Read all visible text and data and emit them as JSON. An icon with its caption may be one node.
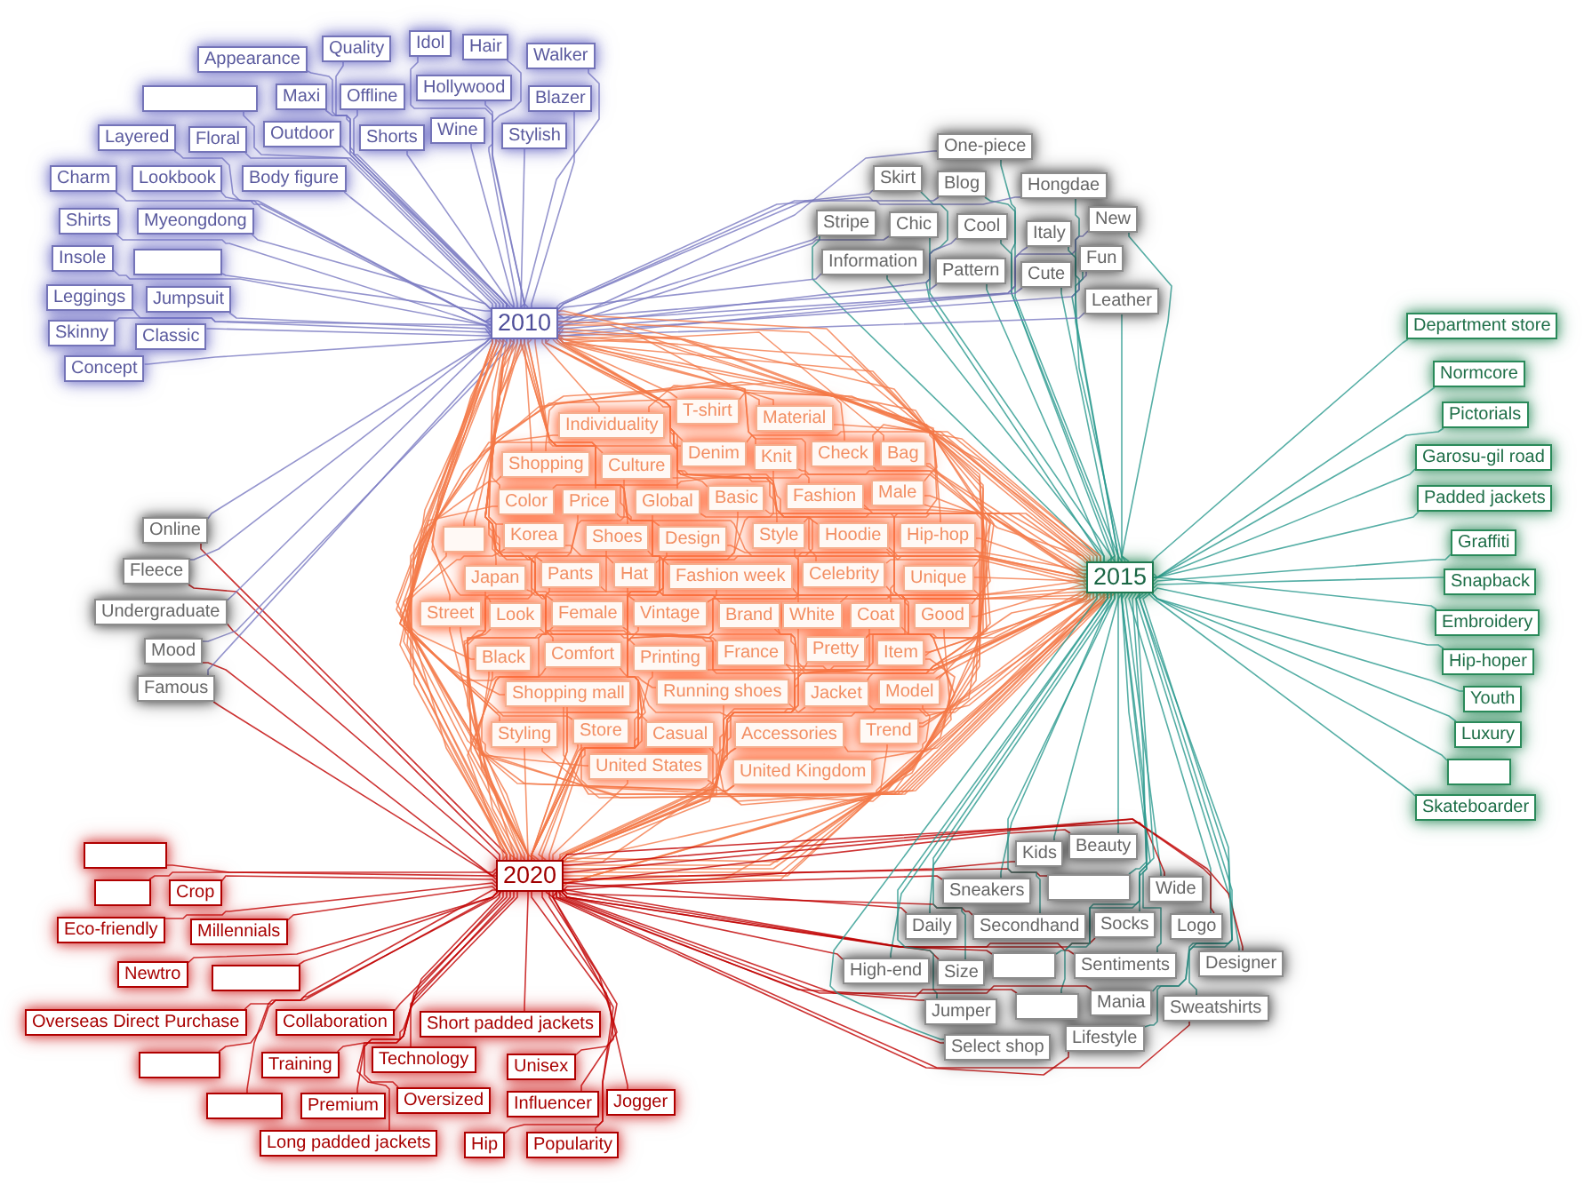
{
  "diagram": {
    "nodes": [
      {
        "text": [
          "2010"
        ]
      },
      {
        "text": [
          "2015"
        ]
      },
      {
        "text": [
          "2020"
        ]
      },
      {
        "text": [
          "Appearance"
        ]
      },
      {
        "text": [
          "Quality"
        ]
      },
      {
        "text": [
          "Idol"
        ]
      },
      {
        "text": [
          "Hair"
        ]
      },
      {
        "text": [
          "Walker"
        ]
      },
      {
        "text": [],
        "shape": "box"
      },
      {
        "text": [
          "Maxi"
        ]
      },
      {
        "text": [
          "Offline"
        ]
      },
      {
        "text": [
          "Hollywood"
        ]
      },
      {
        "text": [
          "Blazer"
        ]
      },
      {
        "text": [
          "Layered"
        ]
      },
      {
        "text": [
          "Floral"
        ]
      },
      {
        "text": [
          "Outdoor"
        ]
      },
      {
        "text": [
          "Shorts"
        ]
      },
      {
        "text": [
          "Wine"
        ]
      },
      {
        "text": [
          "Stylish"
        ]
      },
      {
        "text": [
          "Charm"
        ]
      },
      {
        "text": [
          "Lookbook"
        ]
      },
      {
        "text": [
          "Body figure"
        ]
      },
      {
        "text": [
          "Shirts"
        ]
      },
      {
        "text": [
          "Myeongdong"
        ]
      },
      {
        "text": [
          "Insole"
        ]
      },
      {
        "text": [],
        "shape": "box"
      },
      {
        "text": [
          "Leggings"
        ]
      },
      {
        "text": [
          "Jumpsuit"
        ]
      },
      {
        "text": [
          "Skinny"
        ]
      },
      {
        "text": [
          "Classic"
        ]
      },
      {
        "text": [
          "Concept"
        ]
      },
      {
        "text": [
          "One-piece"
        ]
      },
      {
        "text": [
          "Skirt"
        ]
      },
      {
        "text": [
          "Blog"
        ]
      },
      {
        "text": [
          "Hongdae"
        ]
      },
      {
        "text": [
          "New"
        ]
      },
      {
        "text": [
          "Stripe"
        ]
      },
      {
        "text": [
          "Chic"
        ]
      },
      {
        "text": [
          "Cool"
        ]
      },
      {
        "text": [
          "Italy"
        ]
      },
      {
        "text": [
          "Fun"
        ]
      },
      {
        "text": [
          "Information"
        ]
      },
      {
        "text": [
          "Pattern"
        ]
      },
      {
        "text": [
          "Cute"
        ]
      },
      {
        "text": [
          "Leather"
        ]
      },
      {
        "text": [
          "Department store"
        ]
      },
      {
        "text": [
          "Normcore"
        ]
      },
      {
        "text": [
          "Pictorials"
        ]
      },
      {
        "text": [
          "Garosu-gil road"
        ]
      },
      {
        "text": [
          "Padded jackets"
        ]
      },
      {
        "text": [
          "Graffiti"
        ]
      },
      {
        "text": [
          "Snapback"
        ]
      },
      {
        "text": [
          "Embroidery"
        ]
      },
      {
        "text": [
          "Hip-hoper"
        ]
      },
      {
        "text": [
          "Youth"
        ]
      },
      {
        "text": [
          "Luxury"
        ]
      },
      {
        "text": [],
        "shape": "box"
      },
      {
        "text": [
          "Skateboarder"
        ]
      },
      {
        "text": [
          "Online"
        ]
      },
      {
        "text": [
          "Fleece"
        ]
      },
      {
        "text": [
          "Undergraduate"
        ]
      },
      {
        "text": [
          "Mood"
        ]
      },
      {
        "text": [
          "Famous"
        ]
      },
      {
        "text": [
          "Individuality"
        ]
      },
      {
        "text": [
          "T-shirt"
        ]
      },
      {
        "text": [
          "Material"
        ]
      },
      {
        "text": [
          "Shopping"
        ]
      },
      {
        "text": [
          "Culture"
        ]
      },
      {
        "text": [
          "Denim"
        ]
      },
      {
        "text": [
          "Knit"
        ]
      },
      {
        "text": [
          "Check"
        ]
      },
      {
        "text": [
          "Bag"
        ]
      },
      {
        "text": [
          "Color"
        ]
      },
      {
        "text": [
          "Price"
        ]
      },
      {
        "text": [
          "Global"
        ]
      },
      {
        "text": [
          "Basic"
        ]
      },
      {
        "text": [
          "Fashion"
        ]
      },
      {
        "text": [
          "Male"
        ]
      },
      {
        "text": [],
        "shape": "box"
      },
      {
        "text": [
          "Korea"
        ]
      },
      {
        "text": [
          "Shoes"
        ]
      },
      {
        "text": [
          "Design"
        ]
      },
      {
        "text": [
          "Style"
        ]
      },
      {
        "text": [
          "Hoodie"
        ]
      },
      {
        "text": [
          "Hip-hop"
        ]
      },
      {
        "text": [
          "Japan"
        ]
      },
      {
        "text": [
          "Pants"
        ]
      },
      {
        "text": [
          "Hat"
        ]
      },
      {
        "text": [
          "Fashion week"
        ]
      },
      {
        "text": [
          "Celebrity"
        ]
      },
      {
        "text": [
          "Unique"
        ]
      },
      {
        "text": [
          "Street"
        ]
      },
      {
        "text": [
          "Look"
        ]
      },
      {
        "text": [
          "Female"
        ]
      },
      {
        "text": [
          "Vintage"
        ]
      },
      {
        "text": [
          "Brand"
        ]
      },
      {
        "text": [
          "White"
        ]
      },
      {
        "text": [
          "Coat"
        ]
      },
      {
        "text": [
          "Good"
        ]
      },
      {
        "text": [
          "Black"
        ]
      },
      {
        "text": [
          "Comfort"
        ]
      },
      {
        "text": [
          "Printing"
        ]
      },
      {
        "text": [
          "France"
        ]
      },
      {
        "text": [
          "Pretty"
        ]
      },
      {
        "text": [
          "Item"
        ]
      },
      {
        "text": [
          "Shopping mall"
        ]
      },
      {
        "text": [
          "Running shoes"
        ]
      },
      {
        "text": [
          "Jacket"
        ]
      },
      {
        "text": [
          "Model"
        ]
      },
      {
        "text": [
          "Styling"
        ]
      },
      {
        "text": [
          "Store"
        ]
      },
      {
        "text": [
          "Casual"
        ]
      },
      {
        "text": [
          "Accessories"
        ]
      },
      {
        "text": [
          "Trend"
        ]
      },
      {
        "text": [
          "United States"
        ]
      },
      {
        "text": [
          "United Kingdom"
        ]
      },
      {
        "text": [],
        "shape": "box"
      },
      {
        "text": [],
        "shape": "box"
      },
      {
        "text": [
          "Crop"
        ]
      },
      {
        "text": [
          "Eco-friendly"
        ]
      },
      {
        "text": [
          "Millennials"
        ]
      },
      {
        "text": [
          "Newtro"
        ]
      },
      {
        "text": [],
        "shape": "box"
      },
      {
        "text": [
          "Overseas Direct Purchase"
        ]
      },
      {
        "text": [
          "Collaboration"
        ]
      },
      {
        "text": [
          "Short padded jackets"
        ]
      },
      {
        "text": [
          "Technology"
        ]
      },
      {
        "text": [],
        "shape": "box"
      },
      {
        "text": [
          "Training"
        ]
      },
      {
        "text": [
          "Unisex"
        ]
      },
      {
        "text": [
          "Oversized"
        ]
      },
      {
        "text": [
          "Jogger"
        ]
      },
      {
        "text": [],
        "shape": "box"
      },
      {
        "text": [
          "Premium"
        ]
      },
      {
        "text": [
          "Influencer"
        ]
      },
      {
        "text": [
          "Long padded jackets"
        ]
      },
      {
        "text": [
          "Hip"
        ]
      },
      {
        "text": [
          "Popularity"
        ]
      },
      {
        "text": [
          "Kids"
        ]
      },
      {
        "text": [
          "Beauty"
        ]
      },
      {
        "text": [
          "Sneakers"
        ]
      },
      {
        "text": [],
        "shape": "box"
      },
      {
        "text": [
          "Wide"
        ]
      },
      {
        "text": [
          "Daily"
        ]
      },
      {
        "text": [
          "Secondhand"
        ]
      },
      {
        "text": [
          "Socks"
        ]
      },
      {
        "text": [
          "Logo"
        ]
      },
      {
        "text": [
          "High-end"
        ]
      },
      {
        "text": [
          "Size"
        ]
      },
      {
        "text": [],
        "shape": "box"
      },
      {
        "text": [
          "Sentiments"
        ]
      },
      {
        "text": [
          "Designer"
        ]
      },
      {
        "text": [
          "Jumper"
        ]
      },
      {
        "text": [],
        "shape": "box"
      },
      {
        "text": [
          "Mania"
        ]
      },
      {
        "text": [
          "Sweatshirts"
        ]
      },
      {
        "text": [
          "Select shop"
        ]
      },
      {
        "text": [
          "Lifestyle"
        ]
      }
    ],
    "edges": [
      {
        "from": 3,
        "to": 0,
        "arrow": "none",
        "color": "#7a7ac2"
      },
      {
        "from": 4,
        "to": 0,
        "arrow": "none",
        "color": "#7a7ac2"
      },
      {
        "from": 5,
        "to": 0,
        "arrow": "none",
        "color": "#7a7ac2"
      },
      {
        "from": 6,
        "to": 0,
        "arrow": "none",
        "color": "#7a7ac2"
      },
      {
        "from": 7,
        "to": 0,
        "arrow": "none",
        "color": "#7a7ac2"
      },
      {
        "from": 8,
        "to": 0,
        "arrow": "none",
        "color": "#7a7ac2"
      },
      {
        "from": 9,
        "to": 0,
        "arrow": "none",
        "color": "#7a7ac2"
      },
      {
        "from": 10,
        "to": 0,
        "arrow": "none",
        "color": "#7a7ac2"
      },
      {
        "from": 11,
        "to": 0,
        "arrow": "none",
        "color": "#7a7ac2"
      },
      {
        "from": 12,
        "to": 0,
        "arrow": "none",
        "color": "#7a7ac2"
      },
      {
        "from": 13,
        "to": 0,
        "arrow": "none",
        "color": "#7a7ac2"
      },
      {
        "from": 14,
        "to": 0,
        "arrow": "none",
        "color": "#7a7ac2"
      },
      {
        "from": 15,
        "to": 0,
        "arrow": "none",
        "color": "#7a7ac2"
      },
      {
        "from": 16,
        "to": 0,
        "arrow": "none",
        "color": "#7a7ac2"
      },
      {
        "from": 17,
        "to": 0,
        "arrow": "none",
        "color": "#7a7ac2"
      },
      {
        "from": 18,
        "to": 0,
        "arrow": "none",
        "color": "#7a7ac2"
      },
      {
        "from": 19,
        "to": 0,
        "arrow": "none",
        "color": "#7a7ac2"
      },
      {
        "from": 20,
        "to": 0,
        "arrow": "none",
        "color": "#7a7ac2"
      },
      {
        "from": 21,
        "to": 0,
        "arrow": "none",
        "color": "#7a7ac2"
      },
      {
        "from": 22,
        "to": 0,
        "arrow": "none",
        "color": "#7a7ac2"
      },
      {
        "from": 23,
        "to": 0,
        "arrow": "none",
        "color": "#7a7ac2"
      },
      {
        "from": 24,
        "to": 0,
        "arrow": "none",
        "color": "#7a7ac2"
      },
      {
        "from": 25,
        "to": 0,
        "arrow": "none",
        "color": "#7a7ac2"
      },
      {
        "from": 26,
        "to": 0,
        "arrow": "none",
        "color": "#7a7ac2"
      },
      {
        "from": 27,
        "to": 0,
        "arrow": "none",
        "color": "#7a7ac2"
      },
      {
        "from": 28,
        "to": 0,
        "arrow": "none",
        "color": "#7a7ac2"
      },
      {
        "from": 29,
        "to": 0,
        "arrow": "none",
        "color": "#7a7ac2"
      },
      {
        "from": 30,
        "to": 0,
        "arrow": "none",
        "color": "#7a7ac2"
      },
      {
        "from": 31,
        "to": 0,
        "arrow": "none",
        "color": "#7a7ac2"
      },
      {
        "from": 31,
        "to": 1,
        "arrow": "none",
        "color": "#2a9a8e"
      },
      {
        "from": 32,
        "to": 0,
        "arrow": "none",
        "color": "#7a7ac2"
      },
      {
        "from": 32,
        "to": 1,
        "arrow": "none",
        "color": "#2a9a8e"
      },
      {
        "from": 33,
        "to": 0,
        "arrow": "none",
        "color": "#7a7ac2"
      },
      {
        "from": 33,
        "to": 1,
        "arrow": "none",
        "color": "#2a9a8e"
      },
      {
        "from": 34,
        "to": 0,
        "arrow": "none",
        "color": "#7a7ac2"
      },
      {
        "from": 34,
        "to": 1,
        "arrow": "none",
        "color": "#2a9a8e"
      },
      {
        "from": 35,
        "to": 0,
        "arrow": "none",
        "color": "#7a7ac2"
      },
      {
        "from": 35,
        "to": 1,
        "arrow": "none",
        "color": "#2a9a8e"
      },
      {
        "from": 36,
        "to": 0,
        "arrow": "none",
        "color": "#7a7ac2"
      },
      {
        "from": 36,
        "to": 1,
        "arrow": "none",
        "color": "#2a9a8e"
      },
      {
        "from": 37,
        "to": 0,
        "arrow": "none",
        "color": "#7a7ac2"
      },
      {
        "from": 37,
        "to": 1,
        "arrow": "none",
        "color": "#2a9a8e"
      },
      {
        "from": 38,
        "to": 0,
        "arrow": "none",
        "color": "#7a7ac2"
      },
      {
        "from": 38,
        "to": 1,
        "arrow": "none",
        "color": "#2a9a8e"
      },
      {
        "from": 39,
        "to": 0,
        "arrow": "none",
        "color": "#7a7ac2"
      },
      {
        "from": 39,
        "to": 1,
        "arrow": "none",
        "color": "#2a9a8e"
      },
      {
        "from": 40,
        "to": 0,
        "arrow": "none",
        "color": "#7a7ac2"
      },
      {
        "from": 40,
        "to": 1,
        "arrow": "none",
        "color": "#2a9a8e"
      },
      {
        "from": 41,
        "to": 0,
        "arrow": "none",
        "color": "#7a7ac2"
      },
      {
        "from": 41,
        "to": 1,
        "arrow": "none",
        "color": "#2a9a8e"
      },
      {
        "from": 42,
        "to": 0,
        "arrow": "none",
        "color": "#7a7ac2"
      },
      {
        "from": 42,
        "to": 1,
        "arrow": "none",
        "color": "#2a9a8e"
      },
      {
        "from": 43,
        "to": 0,
        "arrow": "none",
        "color": "#7a7ac2"
      },
      {
        "from": 43,
        "to": 1,
        "arrow": "none",
        "color": "#2a9a8e"
      },
      {
        "from": 44,
        "to": 0,
        "arrow": "none",
        "color": "#7a7ac2"
      },
      {
        "from": 44,
        "to": 1,
        "arrow": "none",
        "color": "#2a9a8e"
      },
      {
        "from": 45,
        "to": 1,
        "arrow": "none",
        "color": "#2a9a8e"
      },
      {
        "from": 46,
        "to": 1,
        "arrow": "none",
        "color": "#2a9a8e"
      },
      {
        "from": 47,
        "to": 1,
        "arrow": "none",
        "color": "#2a9a8e"
      },
      {
        "from": 48,
        "to": 1,
        "arrow": "none",
        "color": "#2a9a8e"
      },
      {
        "from": 49,
        "to": 1,
        "arrow": "none",
        "color": "#2a9a8e"
      },
      {
        "from": 50,
        "to": 1,
        "arrow": "none",
        "color": "#2a9a8e"
      },
      {
        "from": 51,
        "to": 1,
        "arrow": "none",
        "color": "#2a9a8e"
      },
      {
        "from": 52,
        "to": 1,
        "arrow": "none",
        "color": "#2a9a8e"
      },
      {
        "from": 53,
        "to": 1,
        "arrow": "none",
        "color": "#2a9a8e"
      },
      {
        "from": 54,
        "to": 1,
        "arrow": "none",
        "color": "#2a9a8e"
      },
      {
        "from": 55,
        "to": 1,
        "arrow": "none",
        "color": "#2a9a8e"
      },
      {
        "from": 56,
        "to": 1,
        "arrow": "none",
        "color": "#2a9a8e"
      },
      {
        "from": 57,
        "to": 1,
        "arrow": "none",
        "color": "#2a9a8e"
      },
      {
        "from": 58,
        "to": 0,
        "arrow": "none",
        "color": "#7a7ac2"
      },
      {
        "from": 58,
        "to": 2,
        "arrow": "none",
        "color": "#c00000"
      },
      {
        "from": 59,
        "to": 0,
        "arrow": "none",
        "color": "#7a7ac2"
      },
      {
        "from": 59,
        "to": 2,
        "arrow": "none",
        "color": "#c00000"
      },
      {
        "from": 60,
        "to": 0,
        "arrow": "none",
        "color": "#7a7ac2"
      },
      {
        "from": 60,
        "to": 2,
        "arrow": "none",
        "color": "#c00000"
      },
      {
        "from": 61,
        "to": 0,
        "arrow": "none",
        "color": "#7a7ac2"
      },
      {
        "from": 61,
        "to": 2,
        "arrow": "none",
        "color": "#c00000"
      },
      {
        "from": 62,
        "to": 0,
        "arrow": "none",
        "color": "#7a7ac2"
      },
      {
        "from": 62,
        "to": 2,
        "arrow": "none",
        "color": "#c00000"
      },
      {
        "from": 63,
        "to": 0,
        "arrow": "none"
      },
      {
        "from": 63,
        "to": 1,
        "arrow": "none"
      },
      {
        "from": 63,
        "to": 2,
        "arrow": "none"
      },
      {
        "from": 64,
        "to": 0,
        "arrow": "none"
      },
      {
        "from": 64,
        "to": 1,
        "arrow": "none"
      },
      {
        "from": 64,
        "to": 2,
        "arrow": "none"
      },
      {
        "from": 65,
        "to": 0,
        "arrow": "none"
      },
      {
        "from": 65,
        "to": 1,
        "arrow": "none"
      },
      {
        "from": 65,
        "to": 2,
        "arrow": "none"
      },
      {
        "from": 66,
        "to": 0,
        "arrow": "none"
      },
      {
        "from": 66,
        "to": 1,
        "arrow": "none"
      },
      {
        "from": 66,
        "to": 2,
        "arrow": "none"
      },
      {
        "from": 67,
        "to": 0,
        "arrow": "none"
      },
      {
        "from": 67,
        "to": 1,
        "arrow": "none"
      },
      {
        "from": 67,
        "to": 2,
        "arrow": "none"
      },
      {
        "from": 68,
        "to": 0,
        "arrow": "none"
      },
      {
        "from": 68,
        "to": 1,
        "arrow": "none"
      },
      {
        "from": 68,
        "to": 2,
        "arrow": "none"
      },
      {
        "from": 69,
        "to": 0,
        "arrow": "none"
      },
      {
        "from": 69,
        "to": 1,
        "arrow": "none"
      },
      {
        "from": 69,
        "to": 2,
        "arrow": "none"
      },
      {
        "from": 70,
        "to": 0,
        "arrow": "none"
      },
      {
        "from": 70,
        "to": 1,
        "arrow": "none"
      },
      {
        "from": 70,
        "to": 2,
        "arrow": "none"
      },
      {
        "from": 71,
        "to": 0,
        "arrow": "none"
      },
      {
        "from": 71,
        "to": 1,
        "arrow": "none"
      },
      {
        "from": 71,
        "to": 2,
        "arrow": "none"
      },
      {
        "from": 72,
        "to": 0,
        "arrow": "none"
      },
      {
        "from": 72,
        "to": 1,
        "arrow": "none"
      },
      {
        "from": 72,
        "to": 2,
        "arrow": "none"
      },
      {
        "from": 73,
        "to": 0,
        "arrow": "none"
      },
      {
        "from": 73,
        "to": 1,
        "arrow": "none"
      },
      {
        "from": 73,
        "to": 2,
        "arrow": "none"
      },
      {
        "from": 74,
        "to": 0,
        "arrow": "none"
      },
      {
        "from": 74,
        "to": 1,
        "arrow": "none"
      },
      {
        "from": 74,
        "to": 2,
        "arrow": "none"
      },
      {
        "from": 75,
        "to": 0,
        "arrow": "none"
      },
      {
        "from": 75,
        "to": 1,
        "arrow": "none"
      },
      {
        "from": 75,
        "to": 2,
        "arrow": "none"
      },
      {
        "from": 76,
        "to": 0,
        "arrow": "none"
      },
      {
        "from": 76,
        "to": 1,
        "arrow": "none"
      },
      {
        "from": 76,
        "to": 2,
        "arrow": "none"
      },
      {
        "from": 77,
        "to": 0,
        "arrow": "none"
      },
      {
        "from": 77,
        "to": 1,
        "arrow": "none"
      },
      {
        "from": 77,
        "to": 2,
        "arrow": "none"
      },
      {
        "from": 78,
        "to": 0,
        "arrow": "none"
      },
      {
        "from": 78,
        "to": 1,
        "arrow": "none"
      },
      {
        "from": 78,
        "to": 2,
        "arrow": "none"
      },
      {
        "from": 79,
        "to": 0,
        "arrow": "none"
      },
      {
        "from": 79,
        "to": 1,
        "arrow": "none"
      },
      {
        "from": 79,
        "to": 2,
        "arrow": "none"
      },
      {
        "from": 80,
        "to": 0,
        "arrow": "none"
      },
      {
        "from": 80,
        "to": 1,
        "arrow": "none"
      },
      {
        "from": 80,
        "to": 2,
        "arrow": "none"
      },
      {
        "from": 81,
        "to": 0,
        "arrow": "none"
      },
      {
        "from": 81,
        "to": 1,
        "arrow": "none"
      },
      {
        "from": 81,
        "to": 2,
        "arrow": "none"
      },
      {
        "from": 82,
        "to": 0,
        "arrow": "none"
      },
      {
        "from": 82,
        "to": 1,
        "arrow": "none"
      },
      {
        "from": 82,
        "to": 2,
        "arrow": "none"
      },
      {
        "from": 83,
        "to": 0,
        "arrow": "none"
      },
      {
        "from": 83,
        "to": 1,
        "arrow": "none"
      },
      {
        "from": 83,
        "to": 2,
        "arrow": "none"
      },
      {
        "from": 84,
        "to": 0,
        "arrow": "none"
      },
      {
        "from": 84,
        "to": 1,
        "arrow": "none"
      },
      {
        "from": 84,
        "to": 2,
        "arrow": "none"
      },
      {
        "from": 85,
        "to": 0,
        "arrow": "none"
      },
      {
        "from": 85,
        "to": 1,
        "arrow": "none"
      },
      {
        "from": 85,
        "to": 2,
        "arrow": "none"
      },
      {
        "from": 86,
        "to": 0,
        "arrow": "none"
      },
      {
        "from": 86,
        "to": 1,
        "arrow": "none"
      },
      {
        "from": 86,
        "to": 2,
        "arrow": "none"
      },
      {
        "from": 87,
        "to": 0,
        "arrow": "none"
      },
      {
        "from": 87,
        "to": 1,
        "arrow": "none"
      },
      {
        "from": 87,
        "to": 2,
        "arrow": "none"
      },
      {
        "from": 88,
        "to": 0,
        "arrow": "none"
      },
      {
        "from": 88,
        "to": 1,
        "arrow": "none"
      },
      {
        "from": 88,
        "to": 2,
        "arrow": "none"
      },
      {
        "from": 89,
        "to": 0,
        "arrow": "none"
      },
      {
        "from": 89,
        "to": 1,
        "arrow": "none"
      },
      {
        "from": 89,
        "to": 2,
        "arrow": "none"
      },
      {
        "from": 90,
        "to": 0,
        "arrow": "none"
      },
      {
        "from": 90,
        "to": 1,
        "arrow": "none"
      },
      {
        "from": 90,
        "to": 2,
        "arrow": "none"
      },
      {
        "from": 91,
        "to": 0,
        "arrow": "none"
      },
      {
        "from": 91,
        "to": 1,
        "arrow": "none"
      },
      {
        "from": 91,
        "to": 2,
        "arrow": "none"
      },
      {
        "from": 92,
        "to": 0,
        "arrow": "none"
      },
      {
        "from": 92,
        "to": 1,
        "arrow": "none"
      },
      {
        "from": 92,
        "to": 2,
        "arrow": "none"
      },
      {
        "from": 93,
        "to": 0,
        "arrow": "none"
      },
      {
        "from": 93,
        "to": 1,
        "arrow": "none"
      },
      {
        "from": 93,
        "to": 2,
        "arrow": "none"
      },
      {
        "from": 94,
        "to": 0,
        "arrow": "none"
      },
      {
        "from": 94,
        "to": 1,
        "arrow": "none"
      },
      {
        "from": 94,
        "to": 2,
        "arrow": "none"
      },
      {
        "from": 95,
        "to": 0,
        "arrow": "none"
      },
      {
        "from": 95,
        "to": 1,
        "arrow": "none"
      },
      {
        "from": 95,
        "to": 2,
        "arrow": "none"
      },
      {
        "from": 96,
        "to": 0,
        "arrow": "none"
      },
      {
        "from": 96,
        "to": 1,
        "arrow": "none"
      },
      {
        "from": 96,
        "to": 2,
        "arrow": "none"
      },
      {
        "from": 97,
        "to": 0,
        "arrow": "none"
      },
      {
        "from": 97,
        "to": 1,
        "arrow": "none"
      },
      {
        "from": 97,
        "to": 2,
        "arrow": "none"
      },
      {
        "from": 98,
        "to": 0,
        "arrow": "none"
      },
      {
        "from": 98,
        "to": 1,
        "arrow": "none"
      },
      {
        "from": 98,
        "to": 2,
        "arrow": "none"
      },
      {
        "from": 99,
        "to": 0,
        "arrow": "none"
      },
      {
        "from": 99,
        "to": 1,
        "arrow": "none"
      },
      {
        "from": 99,
        "to": 2,
        "arrow": "none"
      },
      {
        "from": 100,
        "to": 0,
        "arrow": "none"
      },
      {
        "from": 100,
        "to": 1,
        "arrow": "none"
      },
      {
        "from": 100,
        "to": 2,
        "arrow": "none"
      },
      {
        "from": 101,
        "to": 0,
        "arrow": "none"
      },
      {
        "from": 101,
        "to": 1,
        "arrow": "none"
      },
      {
        "from": 101,
        "to": 2,
        "arrow": "none"
      },
      {
        "from": 102,
        "to": 0,
        "arrow": "none"
      },
      {
        "from": 102,
        "to": 1,
        "arrow": "none"
      },
      {
        "from": 102,
        "to": 2,
        "arrow": "none"
      },
      {
        "from": 103,
        "to": 0,
        "arrow": "none"
      },
      {
        "from": 103,
        "to": 1,
        "arrow": "none"
      },
      {
        "from": 103,
        "to": 2,
        "arrow": "none"
      },
      {
        "from": 104,
        "to": 0,
        "arrow": "none"
      },
      {
        "from": 104,
        "to": 1,
        "arrow": "none"
      },
      {
        "from": 104,
        "to": 2,
        "arrow": "none"
      },
      {
        "from": 105,
        "to": 0,
        "arrow": "none"
      },
      {
        "from": 105,
        "to": 1,
        "arrow": "none"
      },
      {
        "from": 105,
        "to": 2,
        "arrow": "none"
      },
      {
        "from": 106,
        "to": 0,
        "arrow": "none"
      },
      {
        "from": 106,
        "to": 1,
        "arrow": "none"
      },
      {
        "from": 106,
        "to": 2,
        "arrow": "none"
      },
      {
        "from": 107,
        "to": 0,
        "arrow": "none"
      },
      {
        "from": 107,
        "to": 1,
        "arrow": "none"
      },
      {
        "from": 107,
        "to": 2,
        "arrow": "none"
      },
      {
        "from": 108,
        "to": 0,
        "arrow": "none"
      },
      {
        "from": 108,
        "to": 1,
        "arrow": "none"
      },
      {
        "from": 108,
        "to": 2,
        "arrow": "none"
      },
      {
        "from": 109,
        "to": 0,
        "arrow": "none"
      },
      {
        "from": 109,
        "to": 1,
        "arrow": "none"
      },
      {
        "from": 109,
        "to": 2,
        "arrow": "none"
      },
      {
        "from": 110,
        "to": 0,
        "arrow": "none"
      },
      {
        "from": 110,
        "to": 1,
        "arrow": "none"
      },
      {
        "from": 110,
        "to": 2,
        "arrow": "none"
      },
      {
        "from": 111,
        "to": 0,
        "arrow": "none"
      },
      {
        "from": 111,
        "to": 1,
        "arrow": "none"
      },
      {
        "from": 111,
        "to": 2,
        "arrow": "none"
      },
      {
        "from": 112,
        "to": 0,
        "arrow": "none"
      },
      {
        "from": 112,
        "to": 1,
        "arrow": "none"
      },
      {
        "from": 112,
        "to": 2,
        "arrow": "none"
      },
      {
        "from": 113,
        "to": 0,
        "arrow": "none"
      },
      {
        "from": 113,
        "to": 1,
        "arrow": "none"
      },
      {
        "from": 113,
        "to": 2,
        "arrow": "none"
      },
      {
        "from": 114,
        "to": 0,
        "arrow": "none"
      },
      {
        "from": 114,
        "to": 1,
        "arrow": "none"
      },
      {
        "from": 114,
        "to": 2,
        "arrow": "none"
      },
      {
        "from": 115,
        "to": 0,
        "arrow": "none"
      },
      {
        "from": 115,
        "to": 1,
        "arrow": "none"
      },
      {
        "from": 115,
        "to": 2,
        "arrow": "none"
      },
      {
        "from": 116,
        "to": 2,
        "arrow": "none",
        "color": "#c00000"
      },
      {
        "from": 117,
        "to": 2,
        "arrow": "none",
        "color": "#c00000"
      },
      {
        "from": 118,
        "to": 2,
        "arrow": "none",
        "color": "#c00000"
      },
      {
        "from": 119,
        "to": 2,
        "arrow": "none",
        "color": "#c00000"
      },
      {
        "from": 120,
        "to": 2,
        "arrow": "none",
        "color": "#c00000"
      },
      {
        "from": 121,
        "to": 2,
        "arrow": "none",
        "color": "#c00000"
      },
      {
        "from": 122,
        "to": 2,
        "arrow": "none",
        "color": "#c00000"
      },
      {
        "from": 123,
        "to": 2,
        "arrow": "none",
        "color": "#c00000"
      },
      {
        "from": 124,
        "to": 2,
        "arrow": "none",
        "color": "#c00000"
      },
      {
        "from": 125,
        "to": 2,
        "arrow": "none",
        "color": "#c00000"
      },
      {
        "from": 126,
        "to": 2,
        "arrow": "none",
        "color": "#c00000"
      },
      {
        "from": 127,
        "to": 2,
        "arrow": "none",
        "color": "#c00000"
      },
      {
        "from": 128,
        "to": 2,
        "arrow": "none",
        "color": "#c00000"
      },
      {
        "from": 129,
        "to": 2,
        "arrow": "none",
        "color": "#c00000"
      },
      {
        "from": 130,
        "to": 2,
        "arrow": "none",
        "color": "#c00000"
      },
      {
        "from": 131,
        "to": 2,
        "arrow": "none",
        "color": "#c00000"
      },
      {
        "from": 132,
        "to": 2,
        "arrow": "none",
        "color": "#c00000"
      },
      {
        "from": 133,
        "to": 2,
        "arrow": "none",
        "color": "#c00000"
      },
      {
        "from": 134,
        "to": 2,
        "arrow": "none",
        "color": "#c00000"
      },
      {
        "from": 135,
        "to": 2,
        "arrow": "none",
        "color": "#c00000"
      },
      {
        "from": 136,
        "to": 2,
        "arrow": "none",
        "color": "#c00000"
      },
      {
        "from": 137,
        "to": 2,
        "arrow": "none",
        "color": "#c00000"
      },
      {
        "from": 138,
        "to": 1,
        "arrow": "none",
        "color": "#2a9a8e"
      },
      {
        "from": 138,
        "to": 2,
        "arrow": "none",
        "color": "#c00000"
      },
      {
        "from": 139,
        "to": 1,
        "arrow": "none",
        "color": "#2a9a8e"
      },
      {
        "from": 139,
        "to": 2,
        "arrow": "none",
        "color": "#c00000"
      },
      {
        "from": 140,
        "to": 1,
        "arrow": "none",
        "color": "#2a9a8e"
      },
      {
        "from": 140,
        "to": 2,
        "arrow": "none",
        "color": "#c00000"
      },
      {
        "from": 141,
        "to": 1,
        "arrow": "none",
        "color": "#2a9a8e"
      },
      {
        "from": 141,
        "to": 2,
        "arrow": "none",
        "color": "#c00000"
      },
      {
        "from": 142,
        "to": 1,
        "arrow": "none",
        "color": "#2a9a8e"
      },
      {
        "from": 142,
        "to": 2,
        "arrow": "none",
        "color": "#c00000"
      },
      {
        "from": 143,
        "to": 1,
        "arrow": "none",
        "color": "#2a9a8e"
      },
      {
        "from": 143,
        "to": 2,
        "arrow": "none",
        "color": "#c00000"
      },
      {
        "from": 144,
        "to": 1,
        "arrow": "none",
        "color": "#2a9a8e"
      },
      {
        "from": 144,
        "to": 2,
        "arrow": "none",
        "color": "#c00000"
      },
      {
        "from": 145,
        "to": 1,
        "arrow": "none",
        "color": "#2a9a8e"
      },
      {
        "from": 145,
        "to": 2,
        "arrow": "none",
        "color": "#c00000"
      },
      {
        "from": 146,
        "to": 1,
        "arrow": "none",
        "color": "#2a9a8e"
      },
      {
        "from": 146,
        "to": 2,
        "arrow": "none",
        "color": "#c00000"
      },
      {
        "from": 147,
        "to": 1,
        "arrow": "none",
        "color": "#2a9a8e"
      },
      {
        "from": 147,
        "to": 2,
        "arrow": "none",
        "color": "#c00000"
      },
      {
        "from": 148,
        "to": 1,
        "arrow": "none",
        "color": "#2a9a8e"
      },
      {
        "from": 148,
        "to": 2,
        "arrow": "none",
        "color": "#c00000"
      },
      {
        "from": 149,
        "to": 1,
        "arrow": "none",
        "color": "#2a9a8e"
      },
      {
        "from": 149,
        "to": 2,
        "arrow": "none",
        "color": "#c00000"
      },
      {
        "from": 150,
        "to": 1,
        "arrow": "none",
        "color": "#2a9a8e"
      },
      {
        "from": 150,
        "to": 2,
        "arrow": "none",
        "color": "#c00000"
      },
      {
        "from": 151,
        "to": 1,
        "arrow": "none",
        "color": "#2a9a8e"
      },
      {
        "from": 151,
        "to": 2,
        "arrow": "none",
        "color": "#c00000"
      },
      {
        "from": 152,
        "to": 1,
        "arrow": "none",
        "color": "#2a9a8e"
      },
      {
        "from": 152,
        "to": 2,
        "arrow": "none",
        "color": "#c00000"
      },
      {
        "from": 153,
        "to": 1,
        "arrow": "none",
        "color": "#2a9a8e"
      },
      {
        "from": 153,
        "to": 2,
        "arrow": "none",
        "color": "#c00000"
      },
      {
        "from": 154,
        "to": 1,
        "arrow": "none",
        "color": "#2a9a8e"
      },
      {
        "from": 154,
        "to": 2,
        "arrow": "none",
        "color": "#c00000"
      },
      {
        "from": 155,
        "to": 1,
        "arrow": "none",
        "color": "#2a9a8e"
      },
      {
        "from": 155,
        "to": 2,
        "arrow": "none",
        "color": "#c00000"
      },
      {
        "from": 156,
        "to": 1,
        "arrow": "none",
        "color": "#2a9a8e"
      },
      {
        "from": 156,
        "to": 2,
        "arrow": "none",
        "color": "#c00000"
      },
      {
        "from": 157,
        "to": 1,
        "arrow": "none",
        "color": "#2a9a8e"
      },
      {
        "from": 157,
        "to": 2,
        "arrow": "none",
        "color": "#c00000"
      }
    ]
  }
}
